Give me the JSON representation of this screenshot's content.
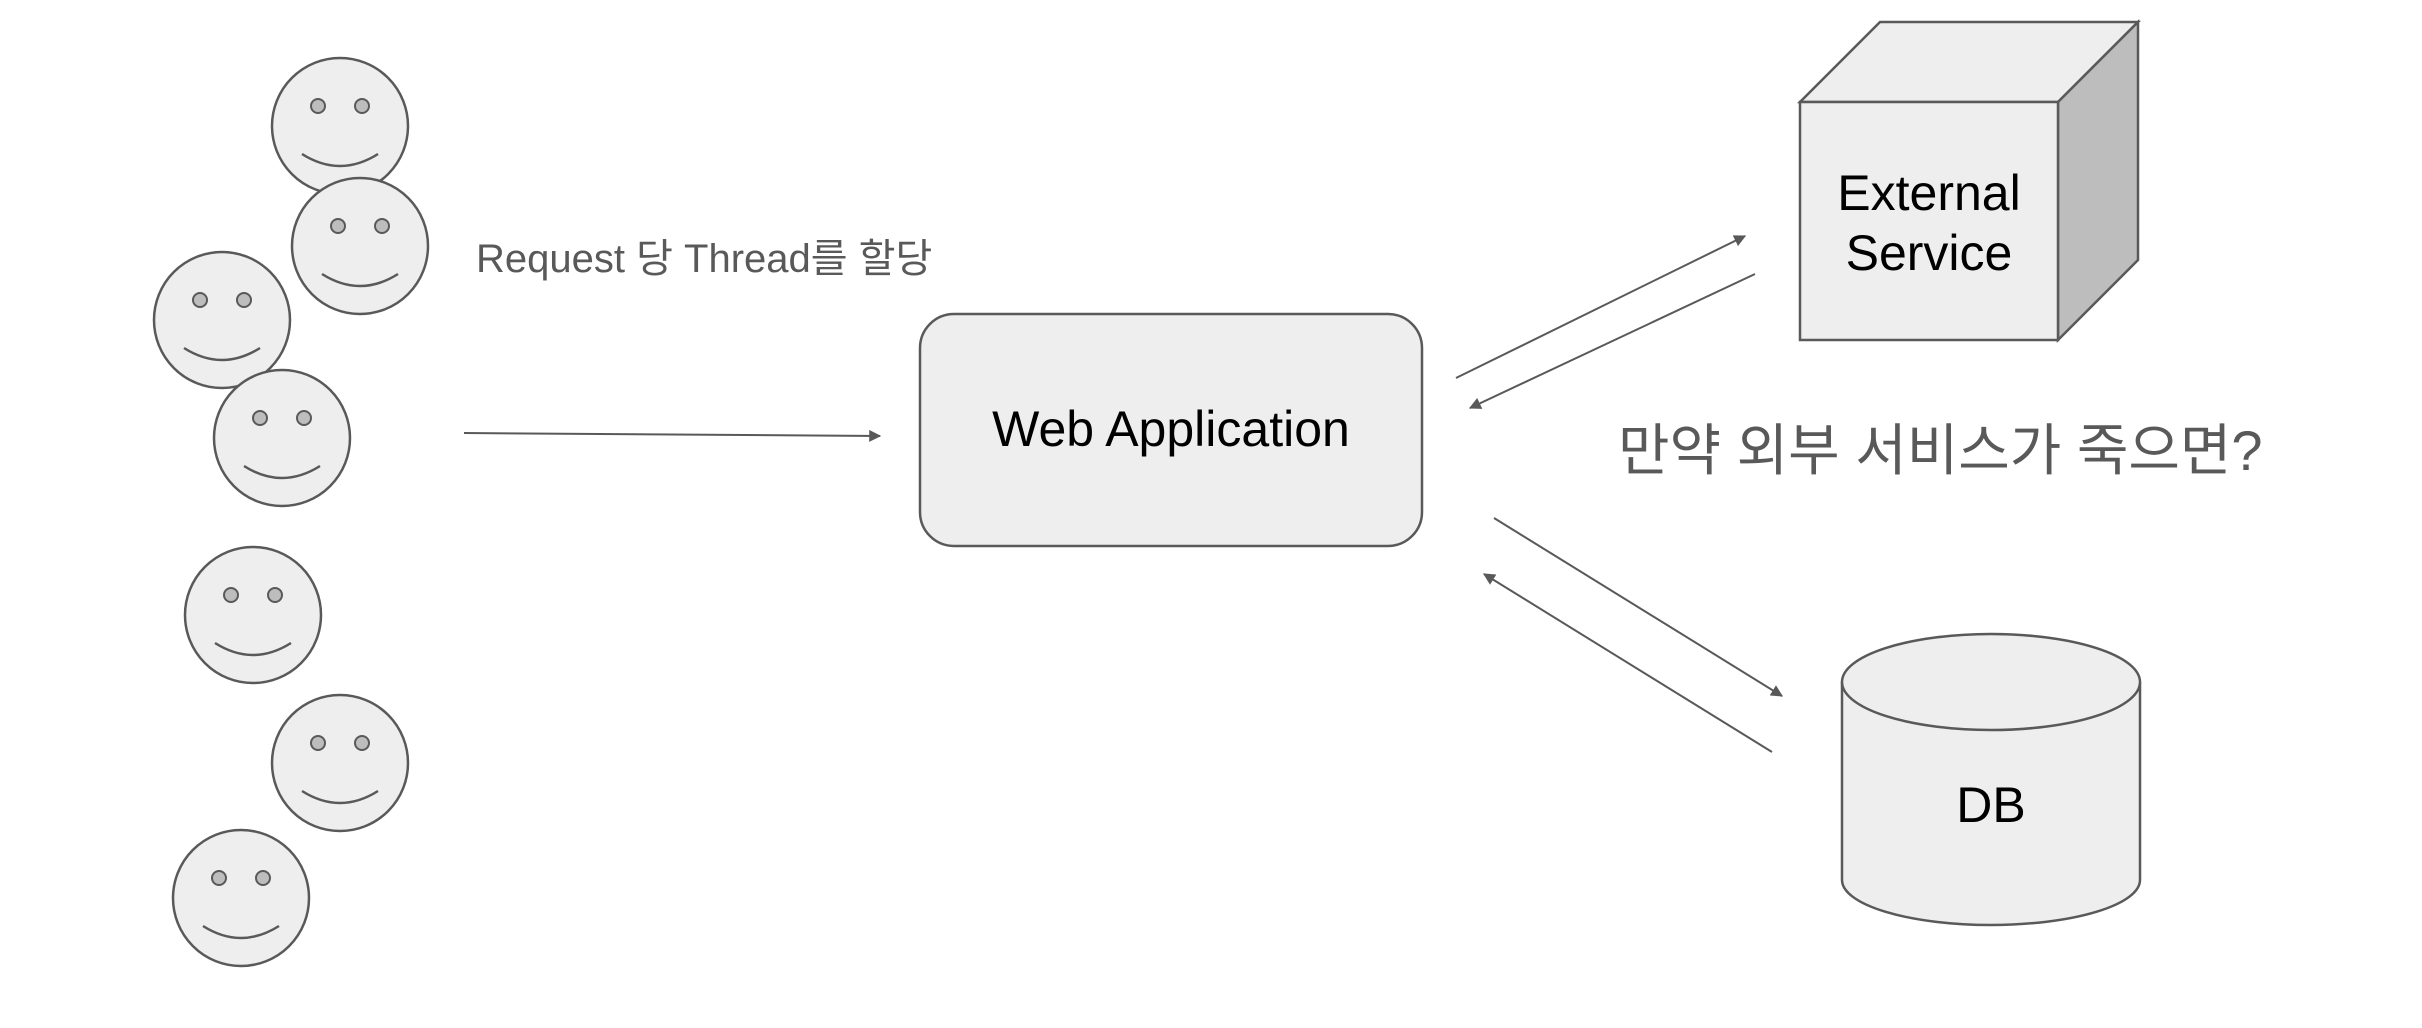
{
  "diagram": {
    "request_label": "Request 당 Thread를 할당",
    "question_label": "만약 외부 서비스가 죽으면?",
    "web_app": {
      "label": "Web Application"
    },
    "external_service": {
      "line1": "External",
      "line2": "Service"
    },
    "db": {
      "label": "DB"
    },
    "users": {
      "count": 7,
      "icon": "smiley-face-icon"
    }
  },
  "colors": {
    "shape_fill": "#eeeeee",
    "shape_stroke": "#595959",
    "cube_side": "#bdbdbd",
    "arrow": "#595959",
    "caption_text": "#595959",
    "label_text": "#000000"
  }
}
